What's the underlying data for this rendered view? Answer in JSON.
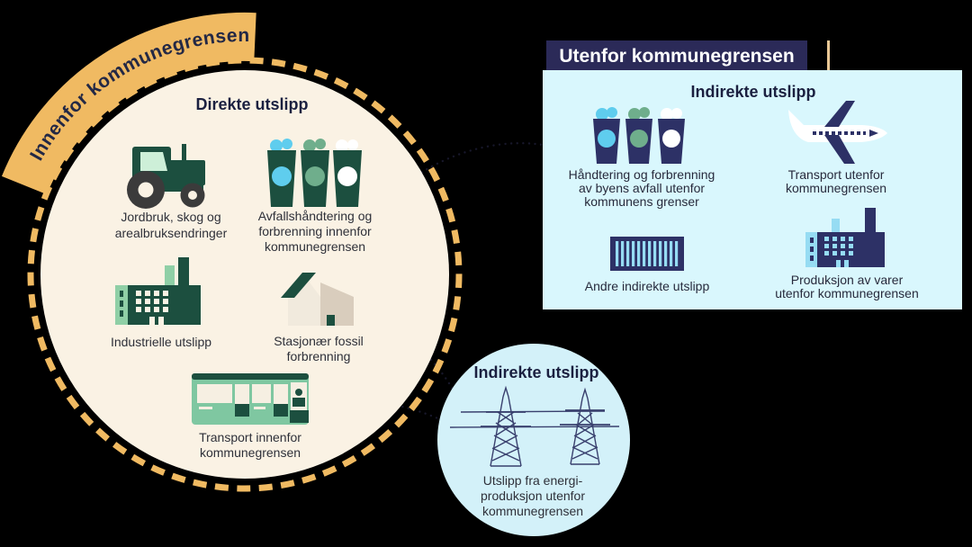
{
  "inner": {
    "banner": "Innenfor kommunegrensen",
    "title": "Direkte utslipp",
    "items": [
      {
        "icon": "tractor-icon",
        "lines": [
          "Jordbruk, skog og",
          "arealbruksendringer"
        ]
      },
      {
        "icon": "waste-bins-icon",
        "lines": [
          "Avfallshåndtering og",
          "forbrenning innenfor",
          "kommunegrensen"
        ]
      },
      {
        "icon": "factory-icon",
        "lines": [
          "Industrielle utslipp"
        ]
      },
      {
        "icon": "house-icon",
        "lines": [
          "Stasjonær fossil",
          "forbrenning"
        ]
      },
      {
        "icon": "bus-icon",
        "lines": [
          "Transport innenfor",
          "kommunegrensen"
        ]
      }
    ]
  },
  "outer_box": {
    "header": "Utenfor kommunegrensen",
    "title": "Indirekte utslipp",
    "items": [
      {
        "icon": "waste-bins-icon",
        "lines": [
          "Håndtering og forbrenning",
          "av byens avfall utenfor",
          "kommunens grenser"
        ]
      },
      {
        "icon": "airplane-icon",
        "lines": [
          "Transport utenfor",
          "kommunegrensen"
        ]
      },
      {
        "icon": "container-icon",
        "lines": [
          "Andre indirekte utslipp"
        ]
      },
      {
        "icon": "factory-icon",
        "lines": [
          "Produksjon av varer",
          "utenfor kommunegrensen"
        ]
      }
    ]
  },
  "energy_circle": {
    "title": "Indirekte utslipp",
    "item": {
      "icon": "power-lines-icon",
      "lines": [
        "Utslipp fra energi-",
        "produksjon utenfor",
        "kommunegrensen"
      ]
    }
  },
  "colors": {
    "background": "#000000",
    "inner_circle_fill": "#FAF2E4",
    "accent_orange": "#F0BA62",
    "dark_green": "#1C4F3F",
    "mid_green": "#7FC7A1",
    "light_green": "#8FCFA6",
    "pale_green": "#CDEFD8",
    "navy_header": "#2B2A58",
    "navy_icon": "#2D3166",
    "light_cyan_box": "#D9F7FD",
    "light_cyan_circle": "#D3F1F9",
    "stripe_blue": "#96DCF3",
    "bin_blue": "#5FCDEE",
    "bin_green": "#6FAE8C",
    "wheel_gray": "#3B3B3B",
    "title_navy": "#1B2040",
    "label_gray": "#2E3039"
  }
}
